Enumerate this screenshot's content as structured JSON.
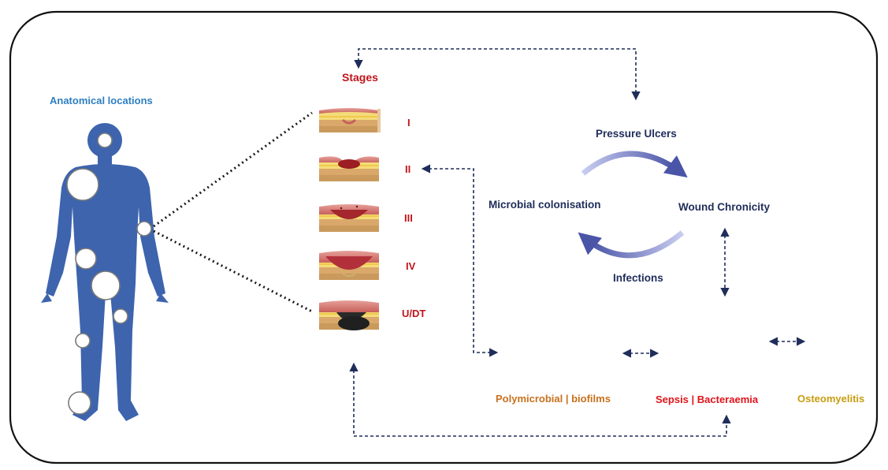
{
  "colors": {
    "stage_red": "#c0141b",
    "anatomical_blue": "#2e7fc1",
    "body_blue": "#3d64ad",
    "navy": "#1f2d5a",
    "arrow_purple": "#5a63b8",
    "polymicrobial_orange": "#c8701c",
    "sepsis_red": "#e0141b",
    "osteomyelitis_gold": "#c89d10"
  },
  "labels": {
    "stages_title": "Stages",
    "anatomical_title": "Anatomical locations",
    "stages": [
      "I",
      "II",
      "III",
      "IV",
      "U/DT"
    ],
    "cycle": {
      "pressure_ulcers": "Pressure Ulcers",
      "microbial_colonisation": "Microbial colonisation",
      "wound_chronicity": "Wound Chronicity",
      "infections": "Infections"
    },
    "outcomes": {
      "polymicrobial": "Polymicrobial | biofilms",
      "sepsis": "Sepsis | Bacteraemia",
      "osteomyelitis": "Osteomyelitis"
    }
  },
  "icons": {
    "body": "human-body-silhouette-icon",
    "stage_images": "skin-wound-cross-section-icon",
    "cycle_arrows": "curved-cycle-arrow-icon",
    "connectors": "dashed-bidirectional-arrow-icon"
  }
}
